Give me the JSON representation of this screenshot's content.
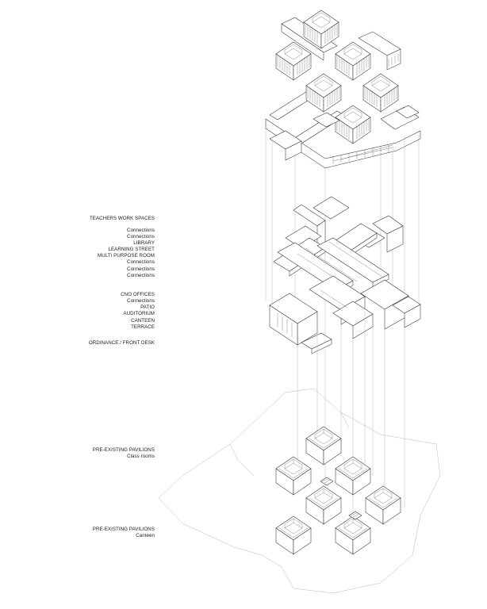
{
  "labels": {
    "teachers_work_spaces": "TEACHERS WORK SPACES",
    "connections_1": "Connections",
    "connections_2": "Connections",
    "library": "LIBRARY",
    "learning_street": "LEARNING STREET",
    "multi_purpose_room": "MULTI PURPOSE ROOM",
    "connections_3": "Connections",
    "connections_4": "Connections",
    "connections_5": "Connections",
    "cno_offices": "CNO OFFICES",
    "connections_6": "Connections",
    "patio": "PATIO",
    "auditorium": "AUDITORIUM",
    "canteen_upper": "CANTEEN",
    "terrace": "TERRACE",
    "ordinance_front_desk": "ORDINANCE / FRONT DESK",
    "pre_existing_pavilions_1": "PRE-EXISTING PAVILIONS",
    "class_rooms": "Class rooms",
    "pre_existing_pavilions_2": "PRE-EXISTING PAVILIONS",
    "canteen_lower": "Canteen"
  },
  "colors": {
    "line": "#333333",
    "faint_line": "#9a9a9a",
    "background": "#ffffff"
  }
}
